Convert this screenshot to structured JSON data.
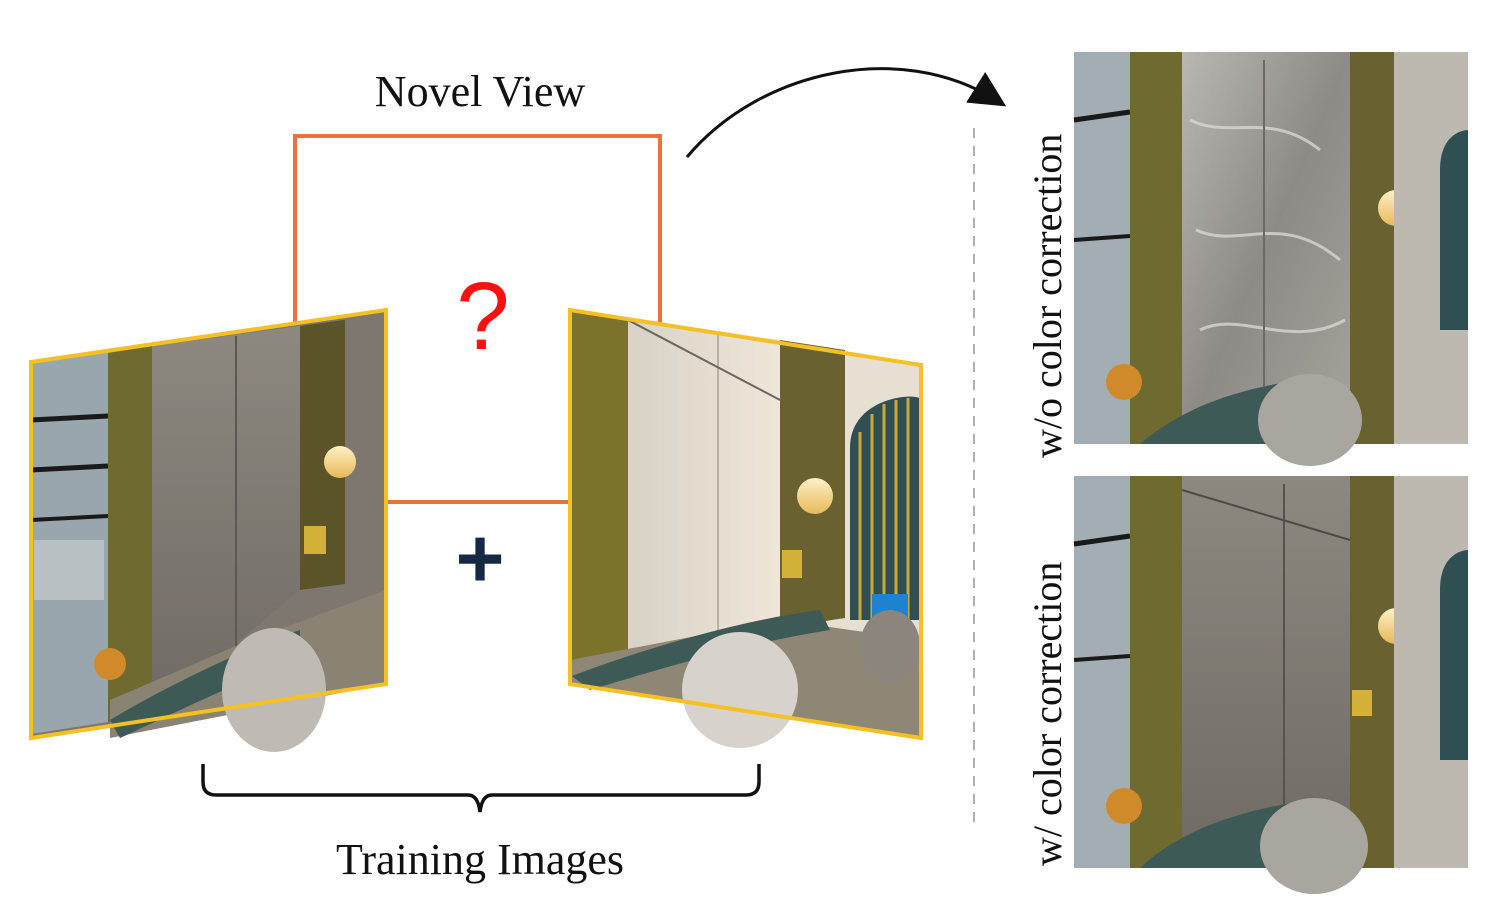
{
  "labels": {
    "novel_view": "Novel View",
    "question_mark": "?",
    "plus": "+",
    "training_images": "Training Images",
    "without_correction": "w/o color correction",
    "with_correction": "w/ color correction"
  },
  "colors": {
    "novel_view_frame": "#e8743b",
    "training_frame": "#f5c023",
    "question_mark": "#ff1010",
    "plus": "#142a44",
    "bracket": "#111111",
    "divider": "#b0b0b0"
  }
}
